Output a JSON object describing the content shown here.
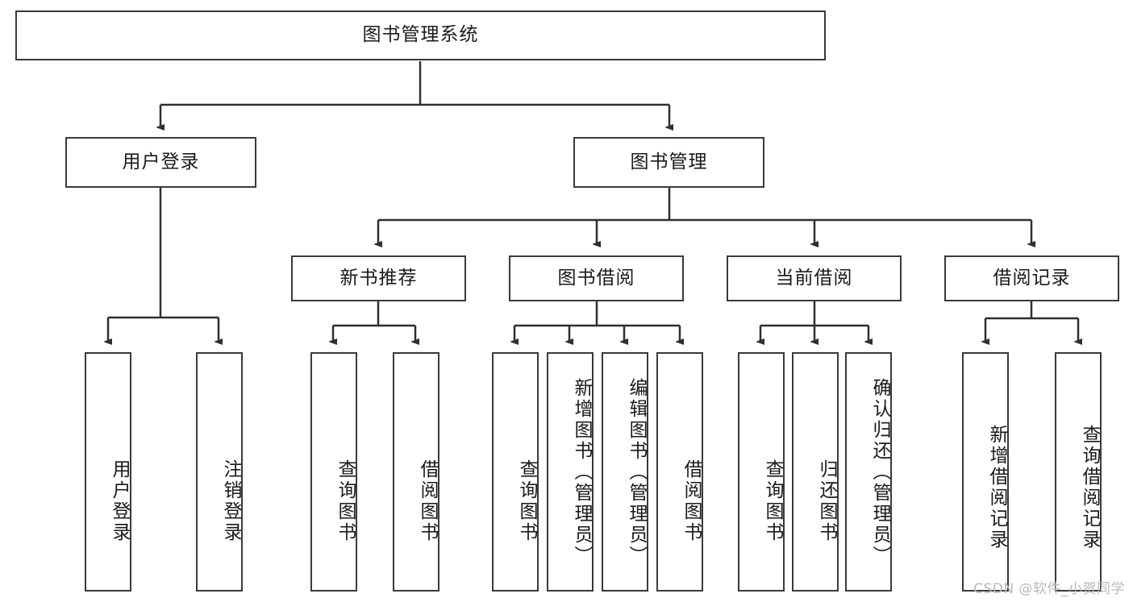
{
  "diagram": {
    "type": "tree-hierarchy",
    "root": {
      "id": "root",
      "label": "图书管理系统"
    },
    "level2": [
      {
        "id": "user-login",
        "label": "用户登录"
      },
      {
        "id": "book-management",
        "label": "图书管理"
      }
    ],
    "level3": [
      {
        "id": "new-book-recommend",
        "label": "新书推荐",
        "parent": "book-management"
      },
      {
        "id": "book-borrow",
        "label": "图书借阅",
        "parent": "book-management"
      },
      {
        "id": "current-borrow",
        "label": "当前借阅",
        "parent": "book-management"
      },
      {
        "id": "borrow-record",
        "label": "借阅记录",
        "parent": "book-management"
      }
    ],
    "leaves": {
      "user_login": [
        {
          "id": "leaf-user-login",
          "label": "用户登录"
        },
        {
          "id": "leaf-user-logout",
          "label": "注销登录"
        }
      ],
      "new_book_recommend": [
        {
          "id": "leaf-query-book-1",
          "label": "查询图书"
        },
        {
          "id": "leaf-borrow-book-1",
          "label": "借阅图书"
        }
      ],
      "book_borrow": [
        {
          "id": "leaf-query-book-2",
          "label": "查询图书"
        },
        {
          "id": "leaf-add-book",
          "label": "新增图书（管理员）"
        },
        {
          "id": "leaf-edit-book",
          "label": "编辑图书（管理员）"
        },
        {
          "id": "leaf-borrow-book-2",
          "label": "借阅图书"
        }
      ],
      "current_borrow": [
        {
          "id": "leaf-query-book-3",
          "label": "查询图书"
        },
        {
          "id": "leaf-return-book",
          "label": "归还图书"
        },
        {
          "id": "leaf-confirm-return",
          "label": "确认归还（管理员）"
        }
      ],
      "borrow_record": [
        {
          "id": "leaf-add-record",
          "label": "新增借阅记录"
        },
        {
          "id": "leaf-query-record",
          "label": "查询借阅记录"
        }
      ]
    }
  },
  "watermark": {
    "text": "CSDN @软件_小贺同学"
  },
  "colors": {
    "box_border": "#3a3a3a",
    "connector": "#2f2f2f",
    "background": "#ffffff",
    "text": "#1a1a1a",
    "watermark": "#b9b9b9"
  }
}
